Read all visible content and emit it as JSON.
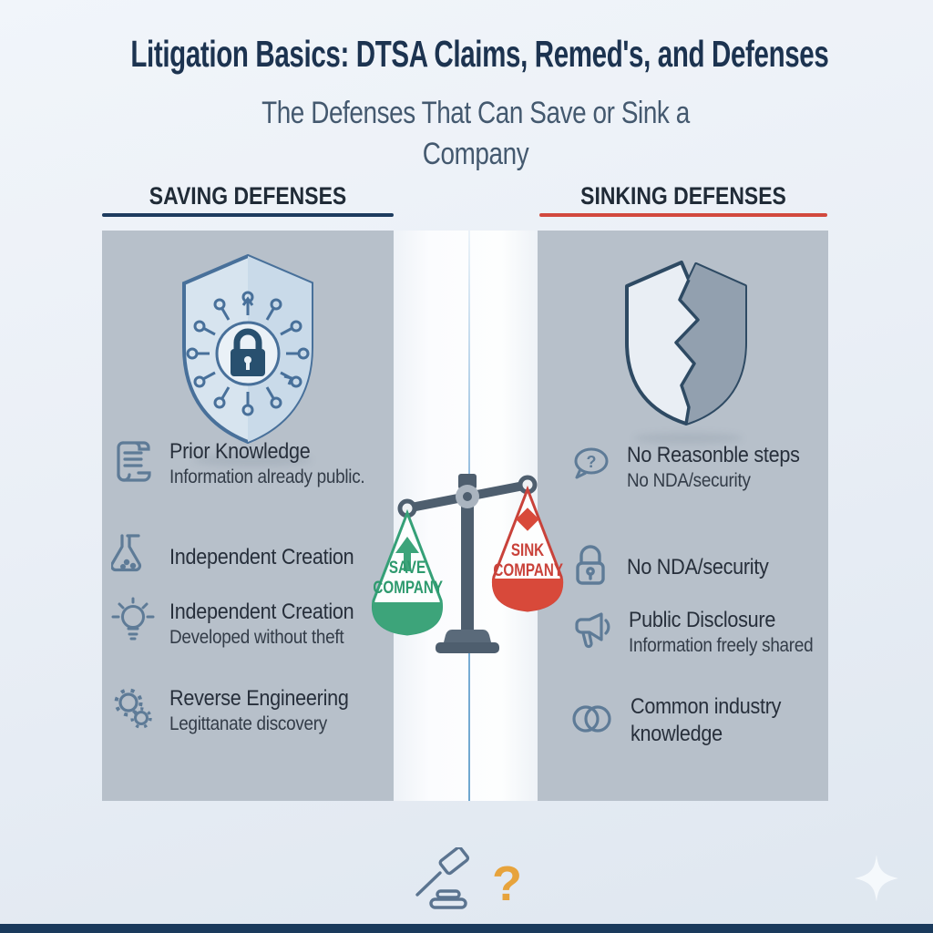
{
  "page": {
    "title": "Litigation Basics: DTSA Claims, Remed's, and Defenses",
    "subtitle": "The Defenses That Can Save or Sink a Company"
  },
  "saving": {
    "header": "SAVING DEFENSES",
    "accent_color": "#1e3c5f",
    "shield_icon": "shield-lock-network-icon",
    "items": [
      {
        "icon": "scroll-icon",
        "title": "Prior Knowledge",
        "subtitle": "Information already public."
      },
      {
        "icon": "flask-icon",
        "title": "Independent Creation",
        "subtitle": ""
      },
      {
        "icon": "lightbulb-icon",
        "title": "Independent Creation",
        "subtitle": "Developed without theft"
      },
      {
        "icon": "gears-icon",
        "title": "Reverse Engineering",
        "subtitle": "Legittanate discovery"
      }
    ]
  },
  "sinking": {
    "header": "SINKING DEFENSES",
    "accent_color": "#d2493e",
    "shield_icon": "broken-shield-icon",
    "items": [
      {
        "icon": "question-bubble-icon",
        "title": "No Reasonble steps",
        "subtitle": "No NDA/security"
      },
      {
        "icon": "padlock-icon",
        "title": "No NDA/security",
        "subtitle": ""
      },
      {
        "icon": "megaphone-icon",
        "title": "Public Disclosure",
        "subtitle": "Information freely shared"
      },
      {
        "icon": "venn-circles-icon",
        "title": "Common industry knowledge",
        "subtitle": ""
      }
    ]
  },
  "scale": {
    "save_line1": "SAVE",
    "save_line2": "COMPANY",
    "sink_line1": "SINK",
    "sink_line2": "COMPANY",
    "save_color": "#3da47a",
    "sink_color": "#d8493a"
  },
  "icons": {
    "question_glyph": "?",
    "footer": [
      "gavel-icon",
      "question-mark-icon"
    ],
    "corner": "sparkle-icon"
  },
  "colors": {
    "panel_gray": "#b7c0ca",
    "title_navy": "#1c3350",
    "bottom_bar_navy": "#1a3a5c",
    "icon_slate": "#5e7b97",
    "divider_blue": "#7fb0d8",
    "question_orange": "#e7a33c"
  }
}
